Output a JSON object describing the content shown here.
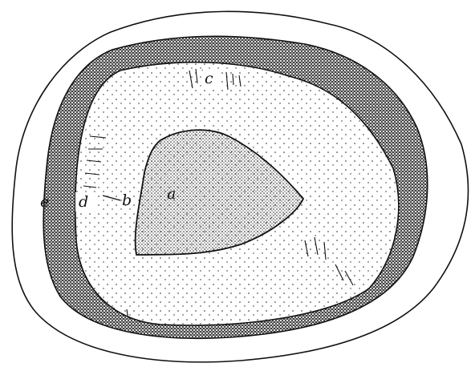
{
  "figure": {
    "labels": {
      "a": "a",
      "b": "b",
      "c": "c",
      "d": "d",
      "e": "e"
    },
    "colors": {
      "ink": "#111111",
      "paper": "#ffffff"
    }
  }
}
